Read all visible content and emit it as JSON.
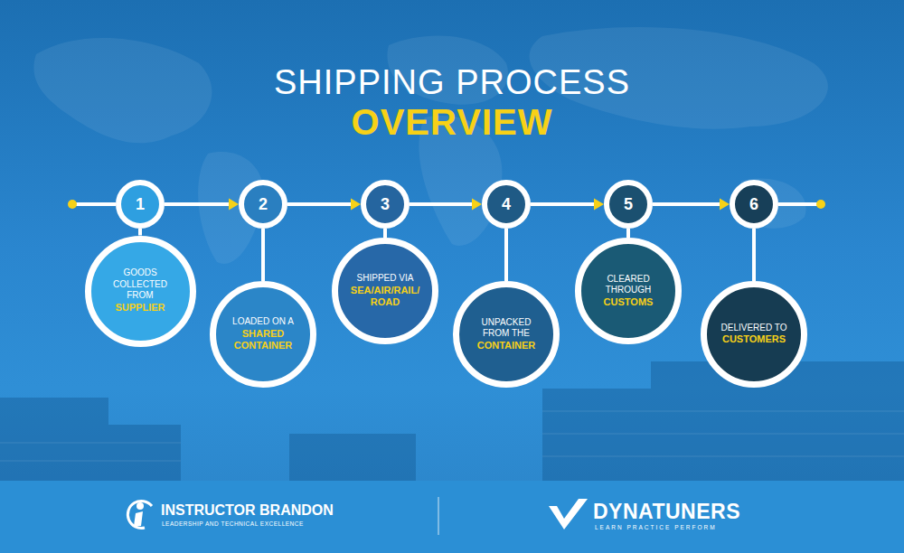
{
  "diagram": {
    "title": "SHIPPING PROCESS",
    "nodes": [
      {
        "text": [
          "1"
        ]
      },
      {
        "text": [
          "GOODS COLLECTED FROM",
          "SUPPLIER"
        ]
      },
      {
        "text": [
          "2"
        ]
      },
      {
        "text": [
          "LOADED ON A",
          "SHARED CONTAINER"
        ]
      },
      {
        "text": [
          "3"
        ]
      },
      {
        "text": [
          "SHIPPED VIA",
          "SEA/AIR/RAIL/ROAD"
        ]
      },
      {
        "text": [
          "4"
        ]
      },
      {
        "text": [
          "UNPACKED FROM THE",
          "CONTAINER"
        ]
      },
      {
        "text": [
          "5"
        ]
      },
      {
        "text": [
          "CLEARED THROUGH",
          "CUSTOMS"
        ]
      },
      {
        "text": [
          "6"
        ]
      },
      {
        "text": [
          "DELIVERED TO",
          "CUSTOMERS"
        ]
      }
    ],
    "edges": [
      {
        "from": 0,
        "to": 2,
        "arrow": "to"
      },
      {
        "from": 2,
        "to": 4,
        "arrow": "to"
      },
      {
        "from": 4,
        "to": 6,
        "arrow": "to"
      },
      {
        "from": 6,
        "to": 8,
        "arrow": "to"
      },
      {
        "from": 8,
        "to": 10,
        "arrow": "to"
      },
      {
        "from": 0,
        "to": 1,
        "arrow": "none"
      },
      {
        "from": 2,
        "to": 3,
        "arrow": "none"
      },
      {
        "from": 4,
        "to": 5,
        "arrow": "none"
      },
      {
        "from": 6,
        "to": 7,
        "arrow": "none"
      },
      {
        "from": 8,
        "to": 9,
        "arrow": "none"
      },
      {
        "from": 10,
        "to": 11,
        "arrow": "none"
      }
    ],
    "labels": [
      "OVERVIEW",
      "INSTRUCTOR BRANDON",
      "LEADERSHIP AND TECHNICAL EXCELLENCE",
      "DYNATUNERS",
      "LEARN PRACTICE PERFORM"
    ]
  }
}
